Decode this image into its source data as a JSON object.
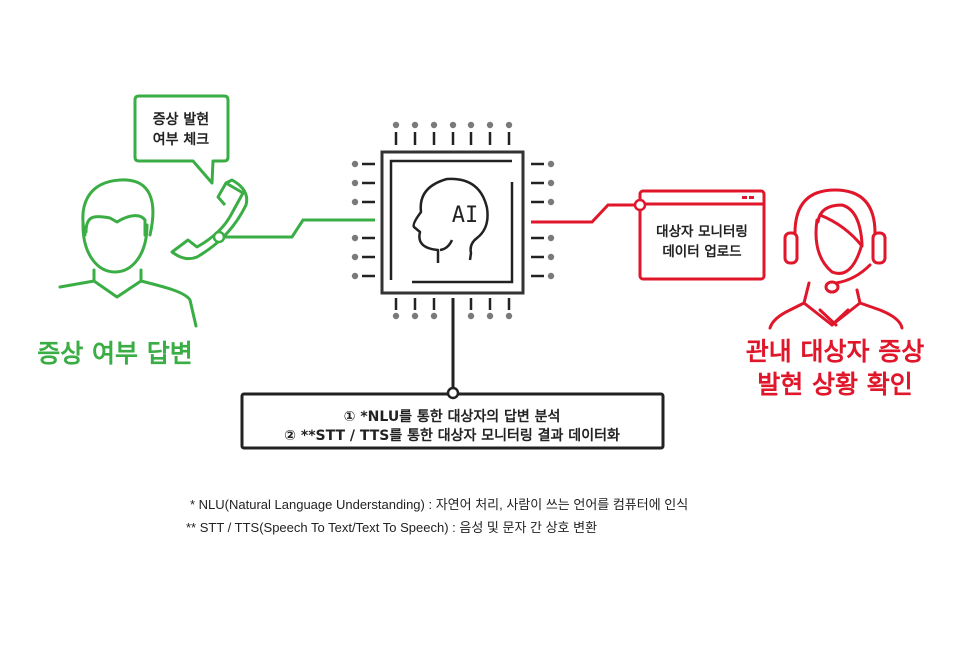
{
  "colors": {
    "green": "#3aad45",
    "red": "#e0162b",
    "dark": "#222222",
    "pin": "#7a7a7a"
  },
  "left": {
    "bubble_line1": "증상 발현",
    "bubble_line2": "여부 체크",
    "caption": "증상 여부 답변"
  },
  "chip": {
    "label": "AI"
  },
  "right": {
    "window_line1": "대상자 모니터링",
    "window_line2": "데이터 업로드",
    "caption_line1": "관내 대상자 증상",
    "caption_line2": "발현 상황 확인"
  },
  "process": {
    "item1": "① *NLU를 통한 대상자의 답변 분석",
    "item2": "② **STT / TTS를 통한 대상자 모니터링 결과 데이터화"
  },
  "footnotes": {
    "nlu": "* NLU(Natural Language Understanding) : 자연어 처리, 사람이 쓰는 언어를 컴퓨터에 인식",
    "stt": "** STT / TTS(Speech To Text/Text To Speech) : 음성 및 문자 간 상호 변환"
  }
}
